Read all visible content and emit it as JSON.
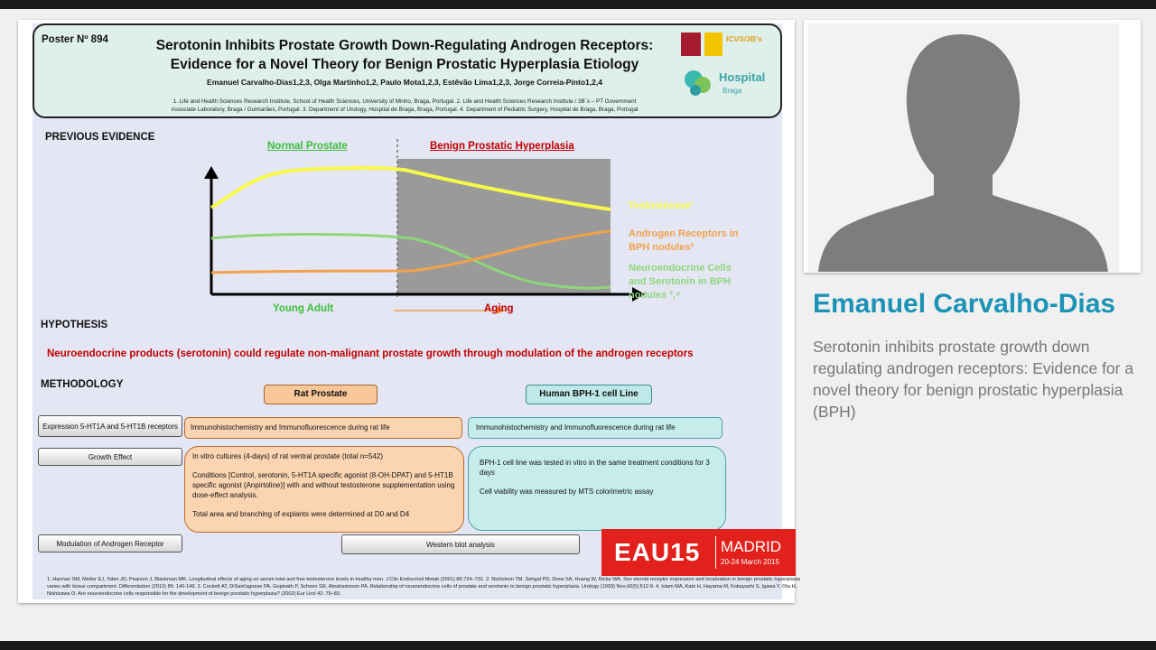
{
  "poster": {
    "number": "Poster Nº 894",
    "title_line1": "Serotonin Inhibits Prostate Growth Down-Regulating Androgen Receptors:",
    "title_line2": "Evidence for a Novel Theory for Benign Prostatic Hyperplasia Etiology",
    "authors": "Emanuel Carvalho-Dias1,2,3, Olga Martinho1,2, Paulo Mota1,2,3, Estêvão Lima1,2,3, Jorge Correia-Pinto1,2,4",
    "affil_line1": "1. Life and Health Sciences Research Institute, School of Health Sciences, University of Minho, Braga, Portugal. 2. Life and Health Sciences Research Institute / 3B´s – PT Government",
    "affil_line2": "Associate Laboratory, Braga / Guimarães, Portugal. 3. Department of Urology, Hospital de Braga, Braga, Portugal. 4. Department of Pediatric Surgery, Hospital de Braga, Braga, Portugal",
    "logo_icvs": "ICVS/3B's",
    "logo_hospital": "Hospital",
    "logo_hospital_sub": "Braga",
    "sections": {
      "previous_evidence": "PREVIOUS EVIDENCE",
      "hypothesis": "HYPOTHESIS",
      "methodology": "METHODOLOGY"
    },
    "diagram": {
      "normal_prostate": "Normal Prostate",
      "bph": "Benign Prostatic Hyperplasia",
      "testosterone": "Testosterone¹",
      "ar_line1": "Androgen Receptors in",
      "ar_line2": "BPH nodules²",
      "ne_line1": "Neuroendocrine Cells",
      "ne_line2": "and Serotonin in BPH",
      "ne_line3": "nodules ³,⁴",
      "young_adult": "Young Adult",
      "aging": "Aging"
    },
    "hypothesis_text": "Neuroendocrine products (serotonin) could regulate non-malignant prostate growth through modulation of the androgen receptors",
    "methodology": {
      "rat_prostate": "Rat Prostate",
      "human_bph": "Human BPH-1 cell Line",
      "row1_label": "Expression 5-HT1A and 5-HT1B receptors",
      "row2_label": "Growth Effect",
      "row3_label": "Modulation of Androgen Receptor",
      "row1_rat": "Immunohistochemistry and Immunofluorescence during rat life",
      "row1_human": "Immunohistochemistry and Immunofluorescence during rat life",
      "row2_rat_p1": "In vitro cultures (4-days) of rat ventral prostate (total n=542)",
      "row2_rat_p2": "Conditions [Control, serotonin, 5-HT1A specific agonist (8-OH-DPAT) and 5-HT1B specific agonist (Anpirtoline)] with and without testosterone supplementation using dose-effect analysis.",
      "row2_rat_p3": "Total area and branching of explants were determined at D0 and D4",
      "row2_human_p1": "BPH-1 cell line was tested in vitro in the same treatment conditions for 3 days",
      "row2_human_p2": "Cell viability was measured by MTS colorimetric assay",
      "row3_box": "Western blot analysis"
    },
    "references": "1. Harman SM, Metter EJ, Tobin JD, Pearson J, Blackman MR. Longitudinal effects of aging on serum total and free testosterone levels in healthy men. J Clin Endocrinol Metab (2001) 86:724–731. 2. Nicholson TM, Sehgal PD, Drew SA, Huang W, Ricke WA. Sex steroid receptor expression and localization in benign prostatic hyperplasia varies with tissue compartment. Differentiation (2013) 85: 140-149. 3. Cockett AT, DiSant'agnese PA, Gopinath P, Schoen SR, Abrahamsson PA. Relationship of neuroendocrine cells of prostate and serotonin to benign prostatic hyperplasia. Urology (1993) Nov;42(5):512-9. 4. Islam MA, Kato H, Hayama M, Kobayashi S, Igawa Y, Ota H, Nishizawa O. Are neuroendocrine cells responsible for the development of benign prostatic hyperplasia? (2002) Eur Urol 42: 79–83."
  },
  "eau": {
    "logo": "EAU15",
    "city": "MADRID",
    "dates": "20-24 March 2015"
  },
  "speaker": {
    "name": "Emanuel Carvalho-Dias",
    "title": "Serotonin inhibits prostate growth down regulating androgen receptors: Evidence for a novel theory for benign prostatic hyperplasia (BPH)"
  },
  "colors": {
    "speaker_name": "#1b93b6",
    "eau_red": "#e2211c",
    "testosterone_line": "#f6f84a",
    "androgen_line": "#f2a24a",
    "neuroendocrine_line": "#8fd67a",
    "hypothesis_text": "#c00000"
  }
}
